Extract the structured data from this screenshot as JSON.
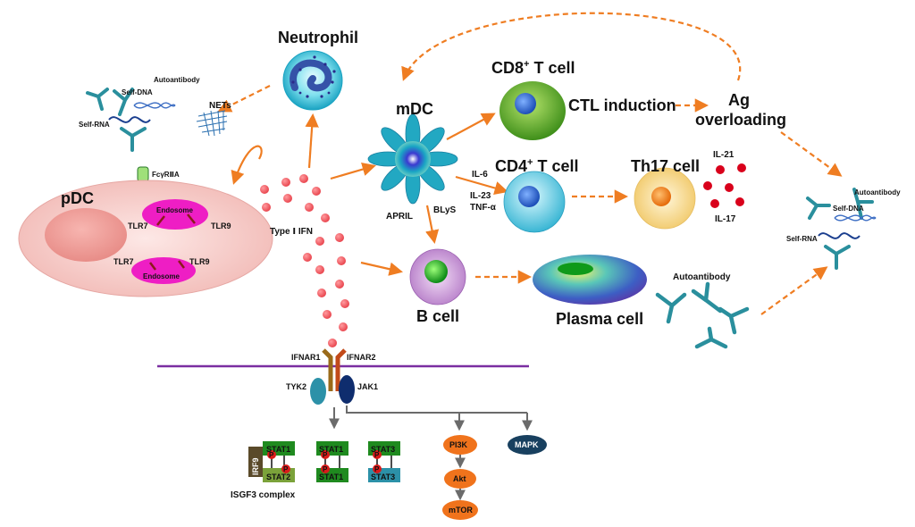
{
  "labels": {
    "neutrophil": "Neutrophil",
    "autoantibody_left": "Autoantibody",
    "self_dna_left": "Self-DNA",
    "self_rna_left": "Self-RNA",
    "nets": "NETs",
    "fcgr": "FcγRⅡA",
    "pdc": "pDC",
    "endosome_top": "Endosome",
    "endosome_bottom": "Endosome",
    "tlr7_top": "TLR7",
    "tlr9_top": "TLR9",
    "tlr7_bottom": "TLR7",
    "tlr9_bottom": "TLR9",
    "type1_ifn": "Type Ⅰ IFN",
    "mdc": "mDC",
    "april": "APRIL",
    "blys": "BLyS",
    "cd8_main": "CD8",
    "cd8_sup": "+",
    "cd8_tail": " T cell",
    "ctl": "CTL induction",
    "ag_line1": "Ag",
    "ag_line2": "overloading",
    "cd4_main": "CD4",
    "cd4_sup": "+",
    "cd4_tail": " T cell",
    "il6": "IL-6",
    "il23": "IL-23",
    "tnfa": "TNF-α",
    "th17": "Th17 cell",
    "il21": "IL-21",
    "il17": "IL-17",
    "b_cell": "B cell",
    "plasma_cell": "Plasma cell",
    "autoantibody_mid": "Autoantibody",
    "autoantibody_right": "Autoantibody",
    "self_dna_right": "Self-DNA",
    "self_rna_right": "Self-RNA",
    "ifnar1": "IFNAR1",
    "ifnar2": "IFNAR2",
    "tyk2": "TYK2",
    "jak1": "JAK1",
    "irf9": "IRF9",
    "stat1_a": "STAT1",
    "stat2": "STAT2",
    "p1": "P",
    "p2": "P",
    "stat1_b": "STAT1",
    "stat1_c": "STAT1",
    "p3": "P",
    "p4": "P",
    "stat3_a": "STAT3",
    "stat3_b": "STAT3",
    "p5": "P",
    "p6": "P",
    "isgf3": "ISGF3 complex",
    "pi3k": "PI3K",
    "akt": "Akt",
    "mtor": "mTOR",
    "mapk": "MAPK"
  },
  "colors": {
    "arrow": "#ef7d22",
    "membrane": "#7a2ea1",
    "antibody": "#2a8f9d",
    "ifn_dot": "#e8414a",
    "il_dot": "#d9001b",
    "stat_green": "#1f8a1f",
    "stat_olive": "#7ba23a",
    "stat_teal": "#2c91a8",
    "kinase_orange": "#f0731c",
    "mapk_navy": "#18405f",
    "endosome": "#ee1ec4",
    "pdc_body": "#f8d4d2"
  }
}
